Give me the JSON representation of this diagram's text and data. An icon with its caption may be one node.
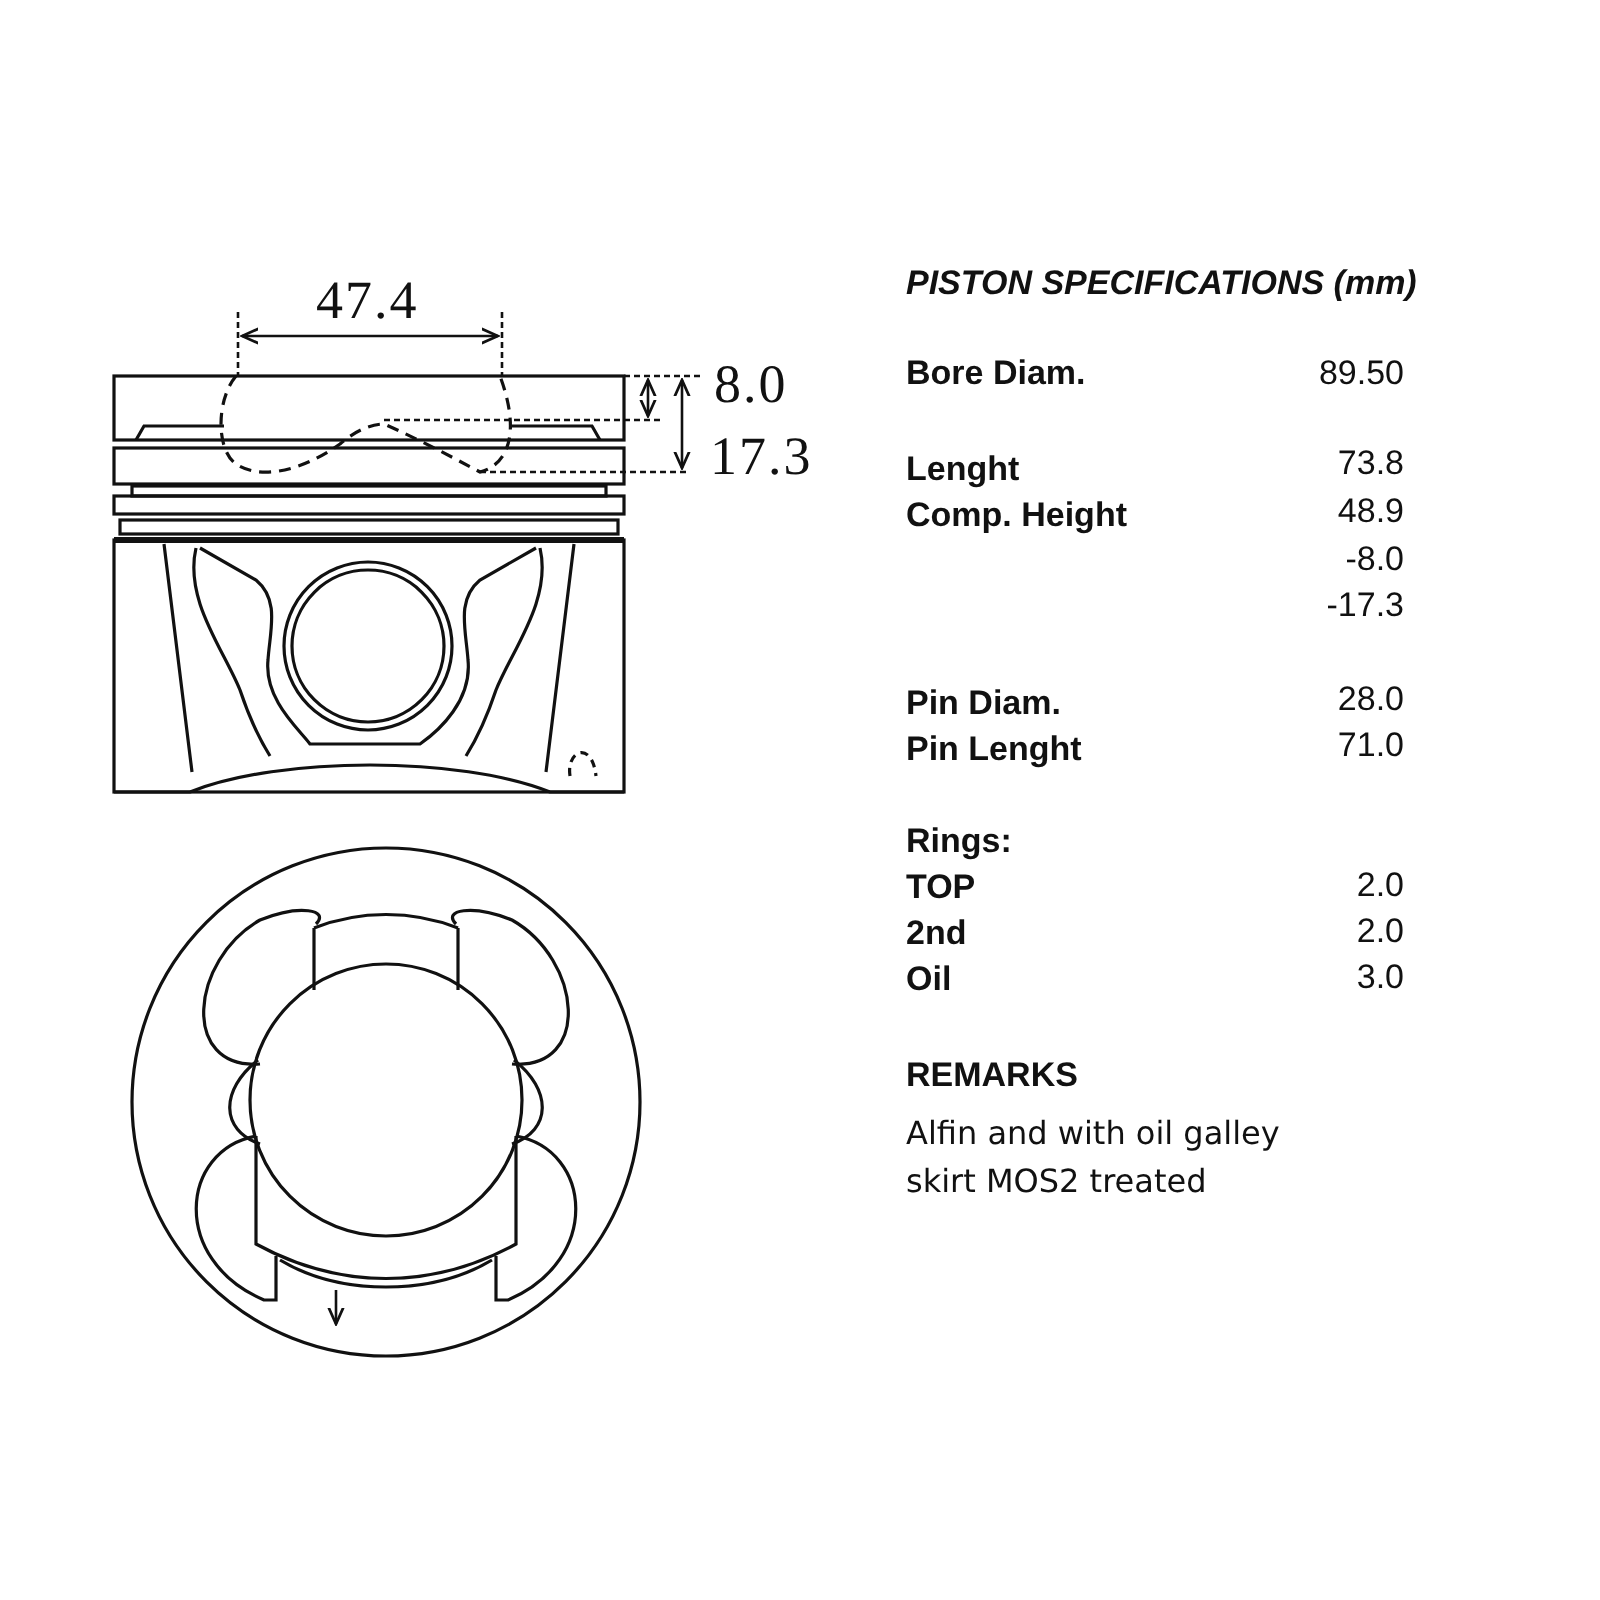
{
  "diagram": {
    "title": "PISTON SPECIFICATIONS (mm)",
    "labels": [
      "47.4",
      "8.0",
      "17.3",
      "Bore Diam.",
      "89.50",
      "Lenght",
      "73.8",
      "Comp. Height",
      "48.9",
      "-8.0",
      "-17.3",
      "Pin Diam.",
      "28.0",
      "Pin Lenght",
      "71.0",
      "Rings:",
      "TOP",
      "2.0",
      "2nd",
      "2.0",
      "Oil",
      "3.0",
      "REMARKS",
      "Alfin and with oil galley skirt MOS2 treated"
    ]
  }
}
